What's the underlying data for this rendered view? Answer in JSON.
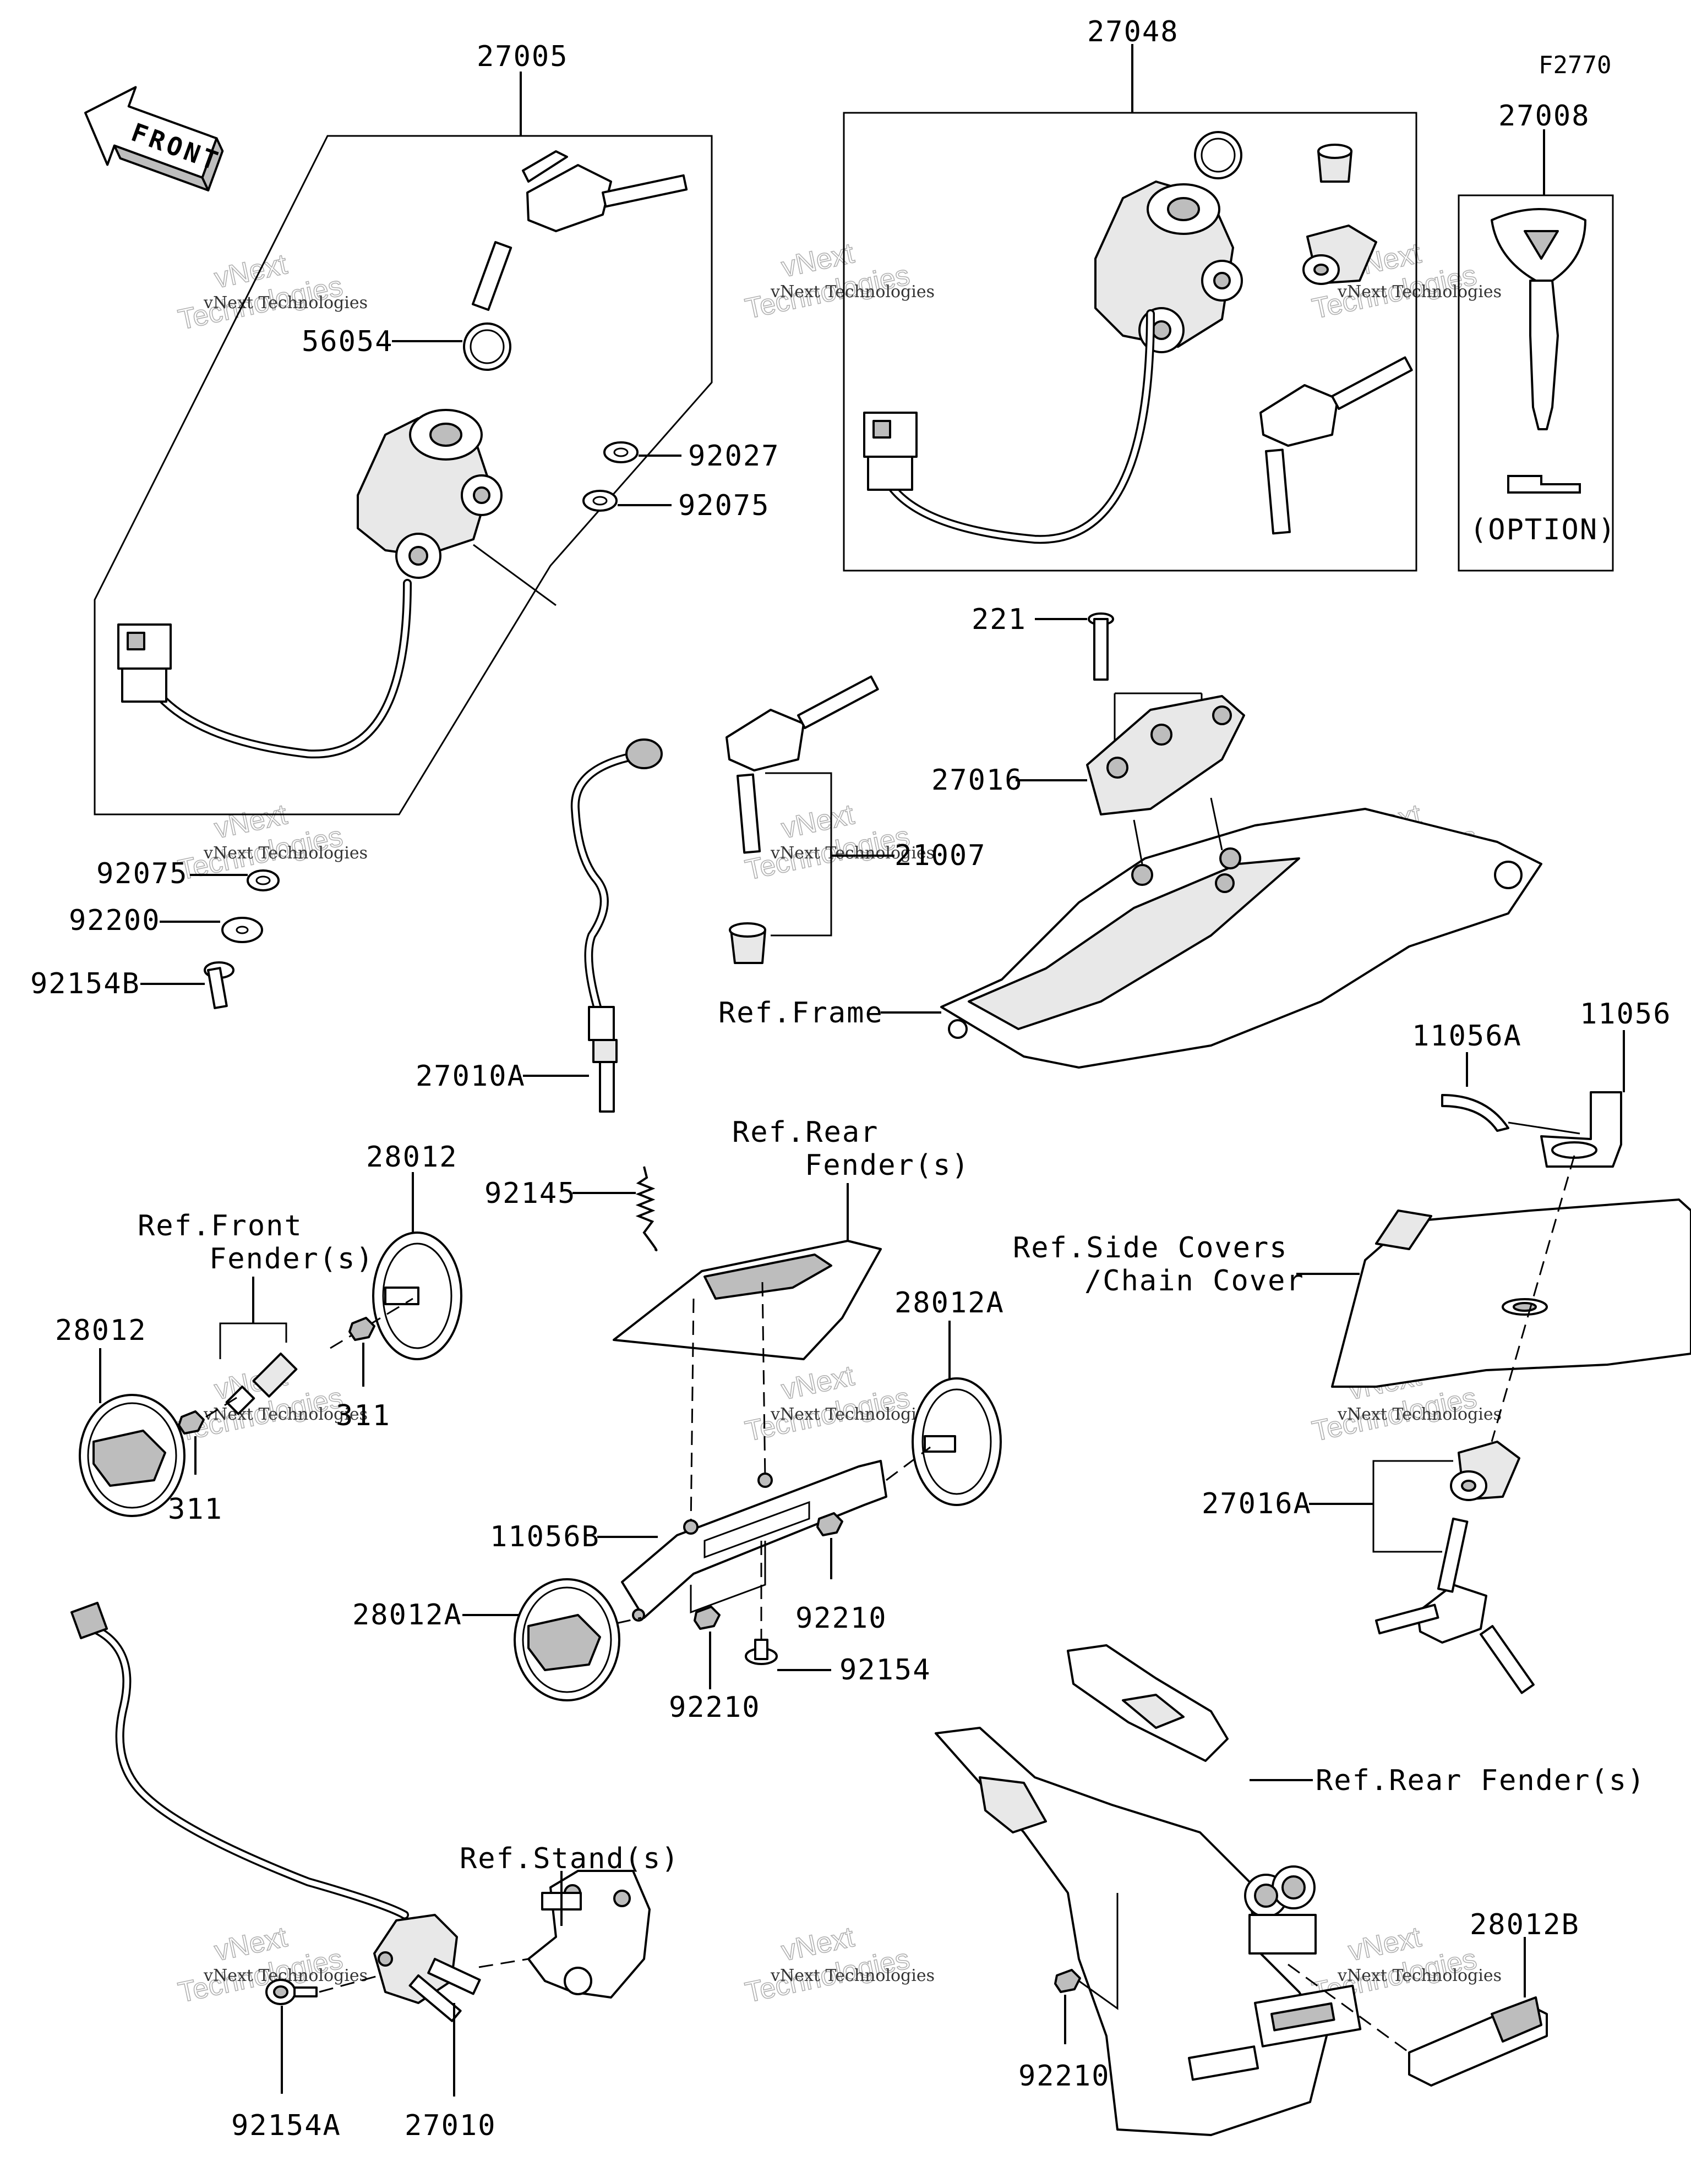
{
  "figure_code": "F2770",
  "front_arrow": {
    "text": "FRONT"
  },
  "labels": {
    "p27005": "27005",
    "p27048": "27048",
    "p27008": "27008",
    "p56054": "56054",
    "p92027": "92027",
    "p92075_top": "92075",
    "p92075_bot": "92075",
    "p92200": "92200",
    "p92154B": "92154B",
    "p221": "221",
    "p27016": "27016",
    "p21007": "21007",
    "ref_frame": "Ref.Frame",
    "p11056A": "11056A",
    "p11056": "11056",
    "p27010A": "27010A",
    "p92145": "92145",
    "p28012_top": "28012",
    "ref_front_fender_1": "Ref.Front",
    "ref_front_fender_2": "Fender(s)",
    "p28012_left": "28012",
    "p311_right": "311",
    "p311_left": "311",
    "ref_rear_fender_1": "Ref.Rear",
    "ref_rear_fender_2": "Fender(s)",
    "p28012A_right": "28012A",
    "ref_side_covers_1": "Ref.Side Covers",
    "ref_side_covers_2": "/Chain Cover",
    "p27016A": "27016A",
    "p11056B": "11056B",
    "p28012A_left": "28012A",
    "p92210_a": "92210",
    "p92154": "92154",
    "p92210_b": "92210",
    "ref_rear_fender_bot": "Ref.Rear Fender(s)",
    "ref_stand": "Ref.Stand(s)",
    "p92154A": "92154A",
    "p27010": "27010",
    "p92210_c": "92210",
    "p28012B": "28012B",
    "option": "(OPTION)"
  },
  "watermark": {
    "line1": "vNext Technologies",
    "line2": "vNext",
    "line3": "Technologies"
  }
}
